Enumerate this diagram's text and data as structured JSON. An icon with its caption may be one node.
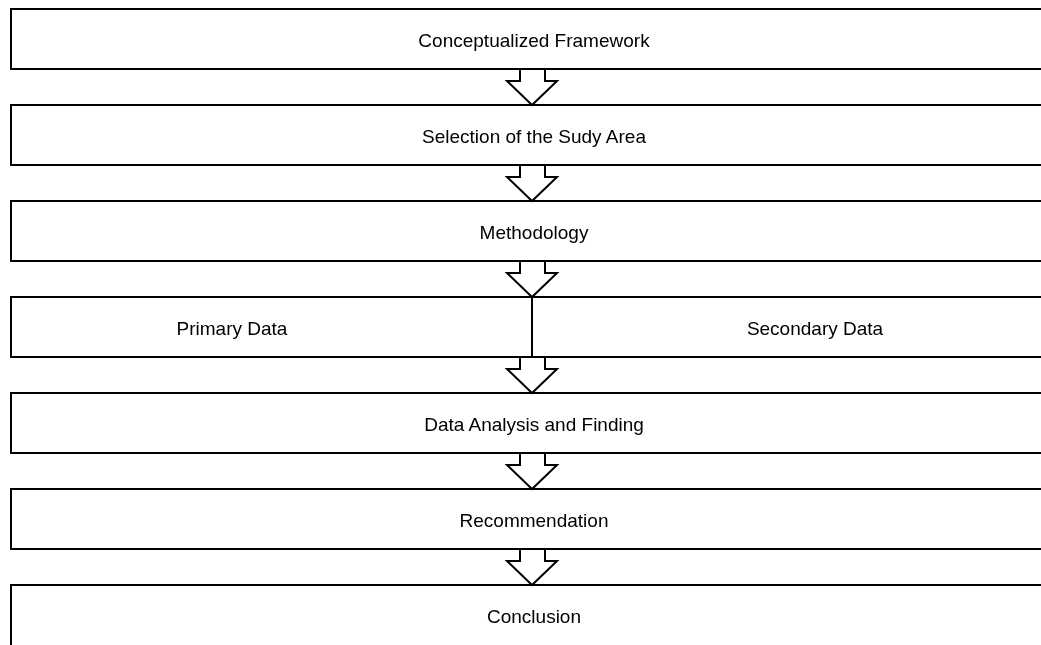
{
  "diagram": {
    "nodes": [
      {
        "text": [
          "Conceptualized Framework"
        ]
      },
      {
        "text": [
          "Selection of the Sudy Area"
        ]
      },
      {
        "text": [
          "Methodology"
        ]
      },
      {
        "text": [
          "Primary Data"
        ]
      },
      {
        "text": [
          "Secondary Data"
        ]
      },
      {
        "text": [
          "Data Analysis and Finding"
        ]
      },
      {
        "text": [
          "Recommendation"
        ]
      },
      {
        "text": [
          "Conclusion"
        ]
      }
    ],
    "edges": [
      {
        "from": 0,
        "to": 1,
        "arrow": "to"
      },
      {
        "from": 1,
        "to": 2,
        "arrow": "to"
      },
      {
        "from": 2,
        "to": 3,
        "arrow": "to"
      },
      {
        "from": 2,
        "to": 4,
        "arrow": "to"
      },
      {
        "from": 3,
        "to": 5,
        "arrow": "to"
      },
      {
        "from": 4,
        "to": 5,
        "arrow": "to"
      },
      {
        "from": 5,
        "to": 6,
        "arrow": "to"
      },
      {
        "from": 6,
        "to": 7,
        "arrow": "to"
      }
    ]
  }
}
